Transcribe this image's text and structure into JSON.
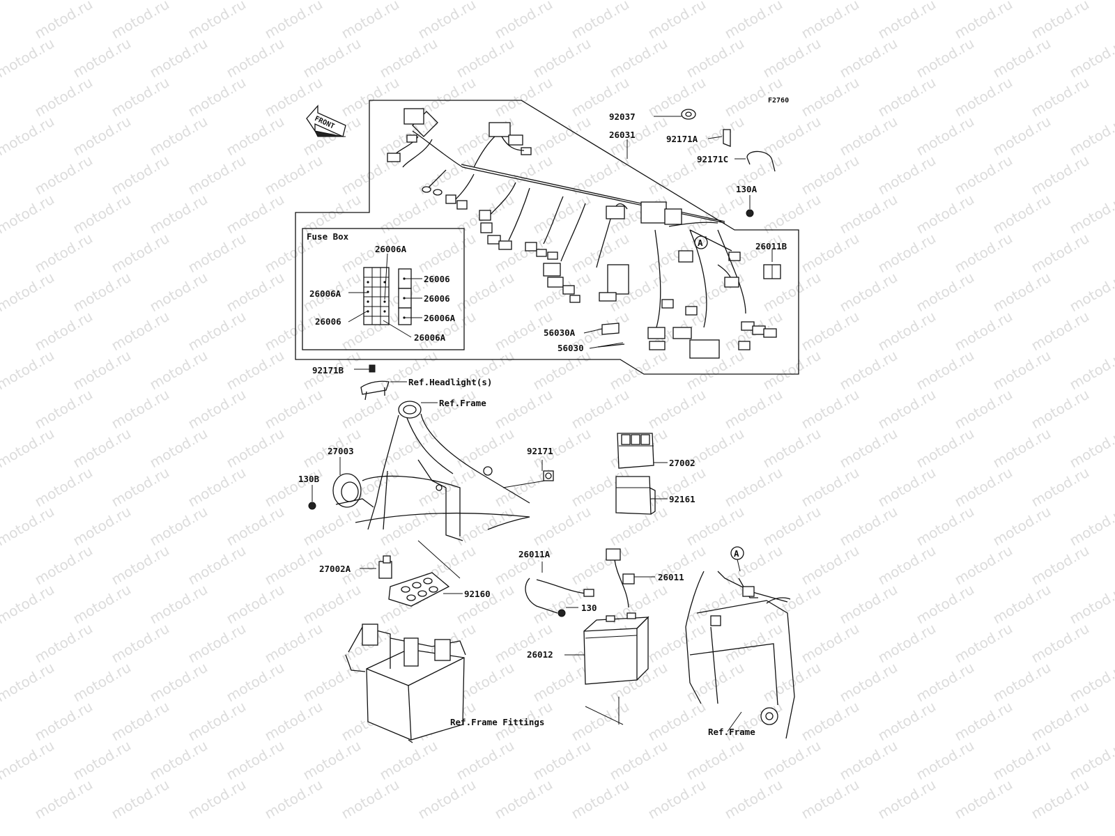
{
  "watermark": {
    "text": "motod.ru"
  },
  "figure_code": "F2760",
  "direction_marker": {
    "text": "FRONT"
  },
  "fuse_box": {
    "title": "Fuse Box",
    "labels": {
      "top_a": "26006A",
      "left_a": "26006A",
      "left_plain": "26006",
      "right_1": "26006",
      "right_2": "26006",
      "right_a": "26006A",
      "bottom_a": "26006A"
    }
  },
  "callouts": {
    "clamp_92037": "92037",
    "harness_26031": "26031",
    "clamp_92171A": "92171A",
    "clamp_92171C": "92171C",
    "bolt_130A": "130A",
    "lead_26011B": "26011B",
    "circle_A": "A",
    "label_56030A": "56030A",
    "label_56030": "56030",
    "clamp_92171B": "92171B",
    "ref_headlight": "Ref.Headlight(s)",
    "ref_frame_top": "Ref.Frame",
    "horn_27003": "27003",
    "bolt_130B": "130B",
    "clamp_92171": "92171",
    "ecu_27002": "27002",
    "ecu_cover_92161": "92161",
    "relay_27002A": "27002A",
    "pad_92160": "92160",
    "ref_frame_fittings": "Ref.Frame Fittings",
    "ground_26011A": "26011A",
    "lead_26011": "26011",
    "bolt_130": "130",
    "battery_26012": "26012",
    "ref_frame_right": "Ref.Frame"
  }
}
